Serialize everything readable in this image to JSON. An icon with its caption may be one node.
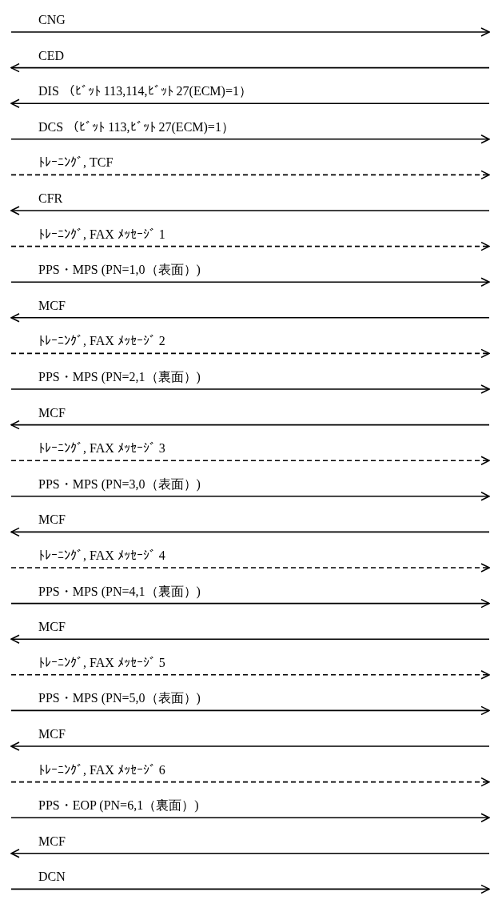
{
  "diagram": {
    "labels": [
      "CNG",
      "CED",
      "DIS （ﾋﾞｯﾄ 113,114,ﾋﾞｯﾄ 27(ECM)=1）",
      "DCS （ﾋﾞｯﾄ 113,ﾋﾞｯﾄ 27(ECM)=1）",
      "ﾄﾚｰﾆﾝｸﾞ, TCF",
      "CFR",
      "ﾄﾚｰﾆﾝｸﾞ, FAX ﾒｯｾｰｼﾞ 1",
      "PPS・MPS (PN=1,0（表面）)",
      "MCF",
      "ﾄﾚｰﾆﾝｸﾞ, FAX ﾒｯｾｰｼﾞ 2",
      "PPS・MPS (PN=2,1（裏面）)",
      "MCF",
      "ﾄﾚｰﾆﾝｸﾞ, FAX ﾒｯｾｰｼﾞ 3",
      "PPS・MPS (PN=3,0（表面）)",
      "MCF",
      "ﾄﾚｰﾆﾝｸﾞ, FAX ﾒｯｾｰｼﾞ 4",
      "PPS・MPS (PN=4,1（裏面）)",
      "MCF",
      "ﾄﾚｰﾆﾝｸﾞ, FAX ﾒｯｾｰｼﾞ 5",
      "PPS・MPS (PN=5,0（表面）)",
      "MCF",
      "ﾄﾚｰﾆﾝｸﾞ, FAX ﾒｯｾｰｼﾞ 6",
      "PPS・EOP (PN=6,1（裏面）)",
      "MCF",
      "DCN"
    ]
  }
}
